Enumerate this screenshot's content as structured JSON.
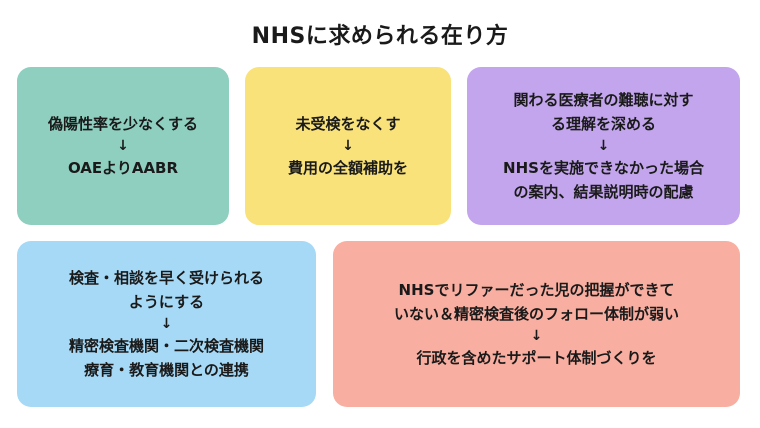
{
  "title": "NHSに求められる在り方",
  "cards": [
    {
      "problem": [
        "偽陽性率を少なくする"
      ],
      "arrow": "↓",
      "solution": [
        "OAEよりAABR"
      ],
      "color": "#8ecfbf"
    },
    {
      "problem": [
        "未受検をなくす"
      ],
      "arrow": "↓",
      "solution": [
        "費用の全額補助を"
      ],
      "color": "#f9e27a"
    },
    {
      "problem": [
        "関わる医療者の難聴に対す",
        "る理解を深める"
      ],
      "arrow": "↓",
      "solution": [
        "NHSを実施できなかった場合",
        "の案内、結果説明時の配慮"
      ],
      "color": "#c2a5ec"
    },
    {
      "problem": [
        "検査・相談を早く受けられる",
        "ようにする"
      ],
      "arrow": "↓",
      "solution": [
        "精密検査機関・二次検査機関",
        "療育・教育機関との連携"
      ],
      "color": "#a6d9f6"
    },
    {
      "problem": [
        "NHSでリファーだった児の把握ができて",
        "いない＆精密検査後のフォロー体制が弱い"
      ],
      "arrow": "↓",
      "solution": [
        "行政を含めたサポート体制づくりを"
      ],
      "color": "#f8aea0"
    }
  ]
}
